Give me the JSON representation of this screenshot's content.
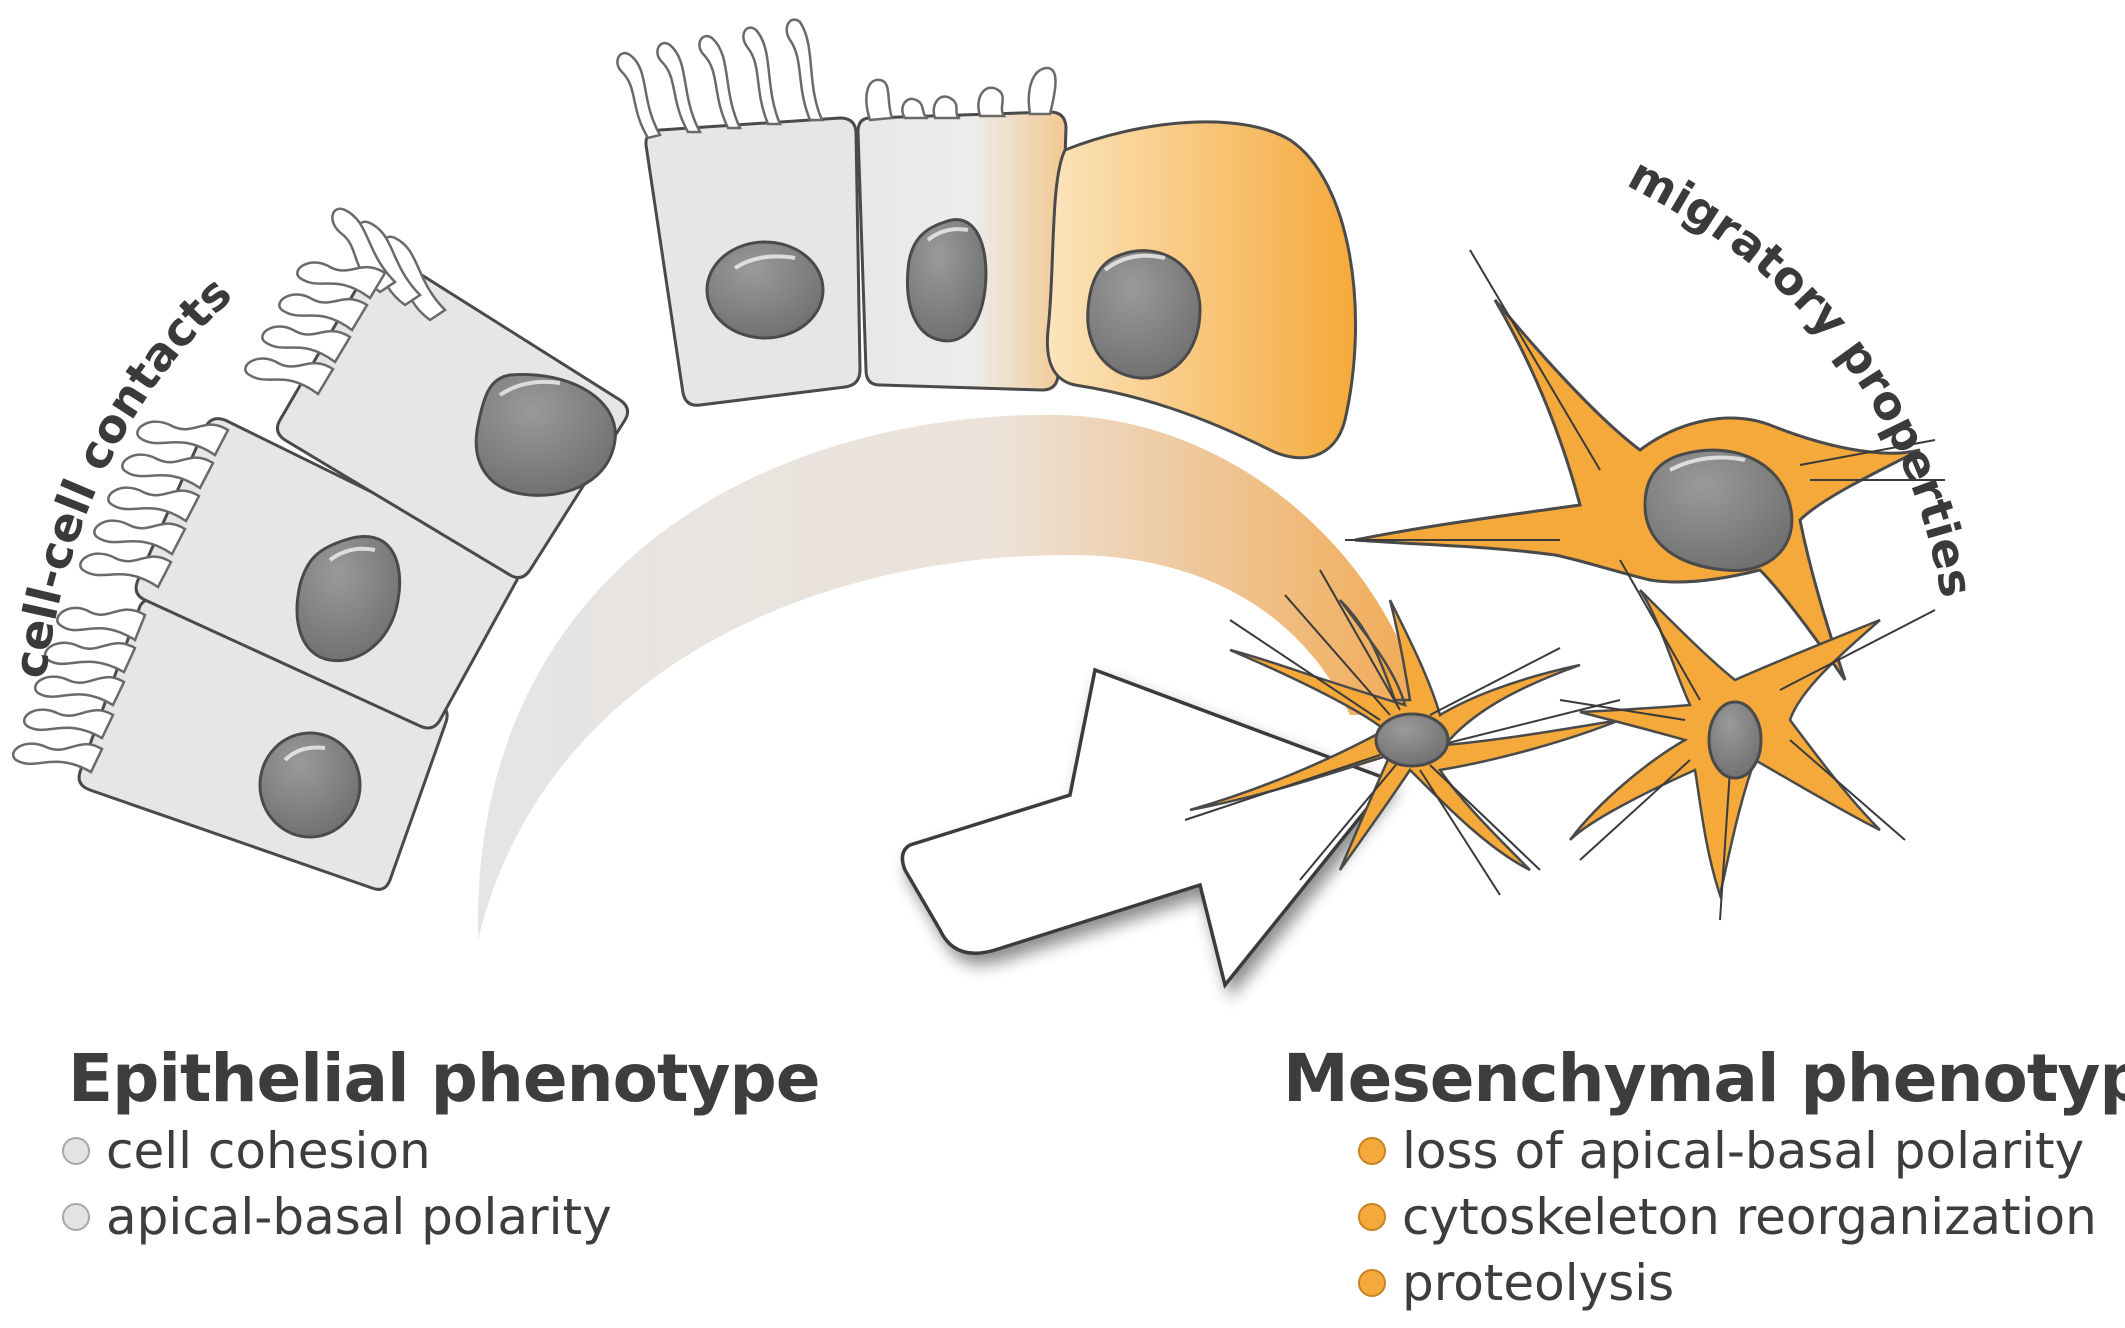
{
  "labels": {
    "cell_contacts": "cell-cell contacts",
    "migratory": "migratory properties"
  },
  "epithelial": {
    "title": "Epithelial phenotype",
    "features": [
      "cell cohesion",
      "apical-basal polarity"
    ]
  },
  "mesenchymal": {
    "title": "Mesenchymal phenotype",
    "features": [
      "loss of apical-basal polarity",
      "cytoskeleton reorganization",
      "proteolysis"
    ]
  },
  "colors": {
    "epithelial_cell": "#e6e6e6",
    "nucleus": "#7a7a7a",
    "mesenchymal_cell": "#f5a93a",
    "outline": "#4a4a4a"
  }
}
